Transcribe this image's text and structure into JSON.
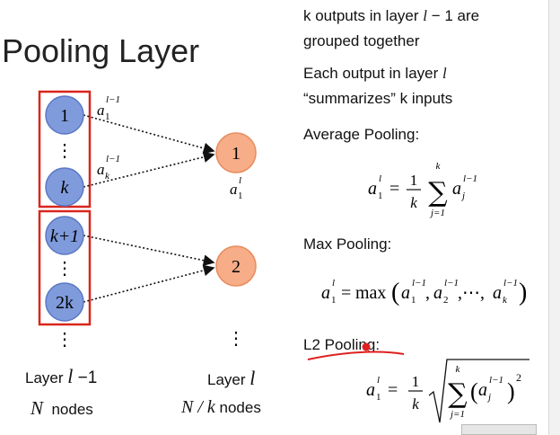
{
  "slide": {
    "title": "Pooling Layer",
    "desc1_prefix": "k outputs in layer ",
    "desc1_var": "l",
    "desc1_op": " − 1",
    "desc1_suffix": " are",
    "desc2": "grouped together",
    "desc3_prefix": "Each output in layer ",
    "desc3_var": "l",
    "desc4": "“summarizes” k inputs",
    "avg_heading": "Average Pooling:",
    "max_heading": "Max Pooling:",
    "l2_heading": "L2 Pooling:",
    "left_caption_prefix": "Layer ",
    "left_caption_var": "l",
    "left_caption_op": " −1",
    "left_nodes_var": "N",
    "left_nodes_word": "nodes",
    "right_caption_prefix": "Layer ",
    "right_caption_var": "l",
    "right_nodes_var": "N / k",
    "right_nodes_word": "nodes"
  },
  "nodes": {
    "left": [
      "1",
      "k",
      "k+1",
      "2k"
    ],
    "right": [
      "1",
      "2"
    ],
    "dots": "⋮"
  },
  "edge_labels": {
    "a1_base": "a",
    "a1_sub": "1",
    "a1_sup": "l−1",
    "ak_base": "a",
    "ak_sub": "k",
    "ak_sup": "l−1",
    "out_base": "a",
    "out_sub": "1",
    "out_sup": "l"
  },
  "formulas": {
    "avg": {
      "lhs": "a",
      "lhs_sub": "1",
      "lhs_sup": "l",
      "eq": "=",
      "frac_num": "1",
      "frac_den": "k",
      "sum_top": "k",
      "sum_bot": "j=1",
      "term": "a",
      "term_sub": "j",
      "term_sup": "l−1"
    },
    "max": {
      "text": "max",
      "args": "a₁, a₂, ⋯, aₖ",
      "sup": "l−1"
    },
    "l2": {
      "frac_num": "1",
      "frac_den": "k",
      "sum_top": "k",
      "sum_bot": "j=1",
      "exp": "2"
    }
  },
  "colors": {
    "left_node_fill": "#7f9bdc",
    "left_node_stroke": "#5b78c4",
    "right_node_fill": "#f6ad88",
    "right_node_stroke": "#e88d5f",
    "group_box": "#d9261c",
    "annotation": "#e02020"
  }
}
